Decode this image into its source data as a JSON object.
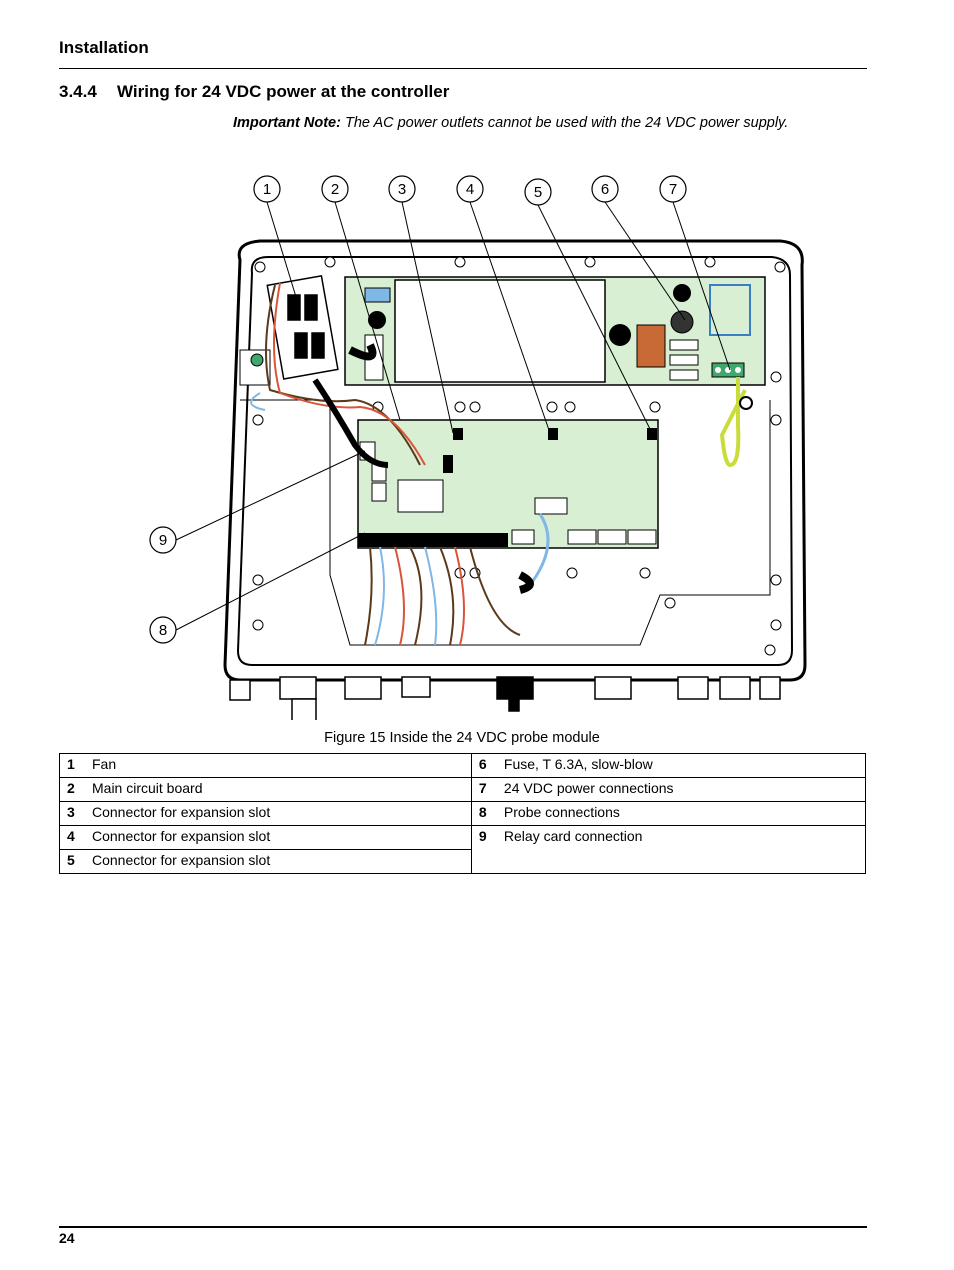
{
  "header": {
    "section": "Installation"
  },
  "heading": {
    "number": "3.4.4",
    "title": "Wiring for 24 VDC power at the controller"
  },
  "note": {
    "label": "Important Note:",
    "text": " The AC power outlets cannot be used with the 24 VDC power supply."
  },
  "figure": {
    "callouts": [
      "1",
      "2",
      "3",
      "4",
      "5",
      "6",
      "7",
      "8",
      "9"
    ],
    "caption": "Figure 15 Inside the 24 VDC probe module"
  },
  "legend": {
    "rows": [
      {
        "left": {
          "n": "1",
          "t": "Fan"
        },
        "right": {
          "n": "6",
          "t": "Fuse, T 6.3A, slow-blow"
        }
      },
      {
        "left": {
          "n": "2",
          "t": "Main circuit board"
        },
        "right": {
          "n": "7",
          "t": "24 VDC power connections"
        }
      },
      {
        "left": {
          "n": "3",
          "t": "Connector for expansion slot"
        },
        "right": {
          "n": "8",
          "t": "Probe connections"
        }
      },
      {
        "left": {
          "n": "4",
          "t": "Connector for expansion slot"
        },
        "right": {
          "n": "9",
          "t": "Relay card connection"
        }
      },
      {
        "left": {
          "n": "5",
          "t": "Connector for expansion slot"
        }
      }
    ]
  },
  "footer": {
    "page": "24"
  },
  "colors": {
    "board": "#d8efd4",
    "ground_wire": "#c9dc3a",
    "coil": "#c86a35"
  }
}
